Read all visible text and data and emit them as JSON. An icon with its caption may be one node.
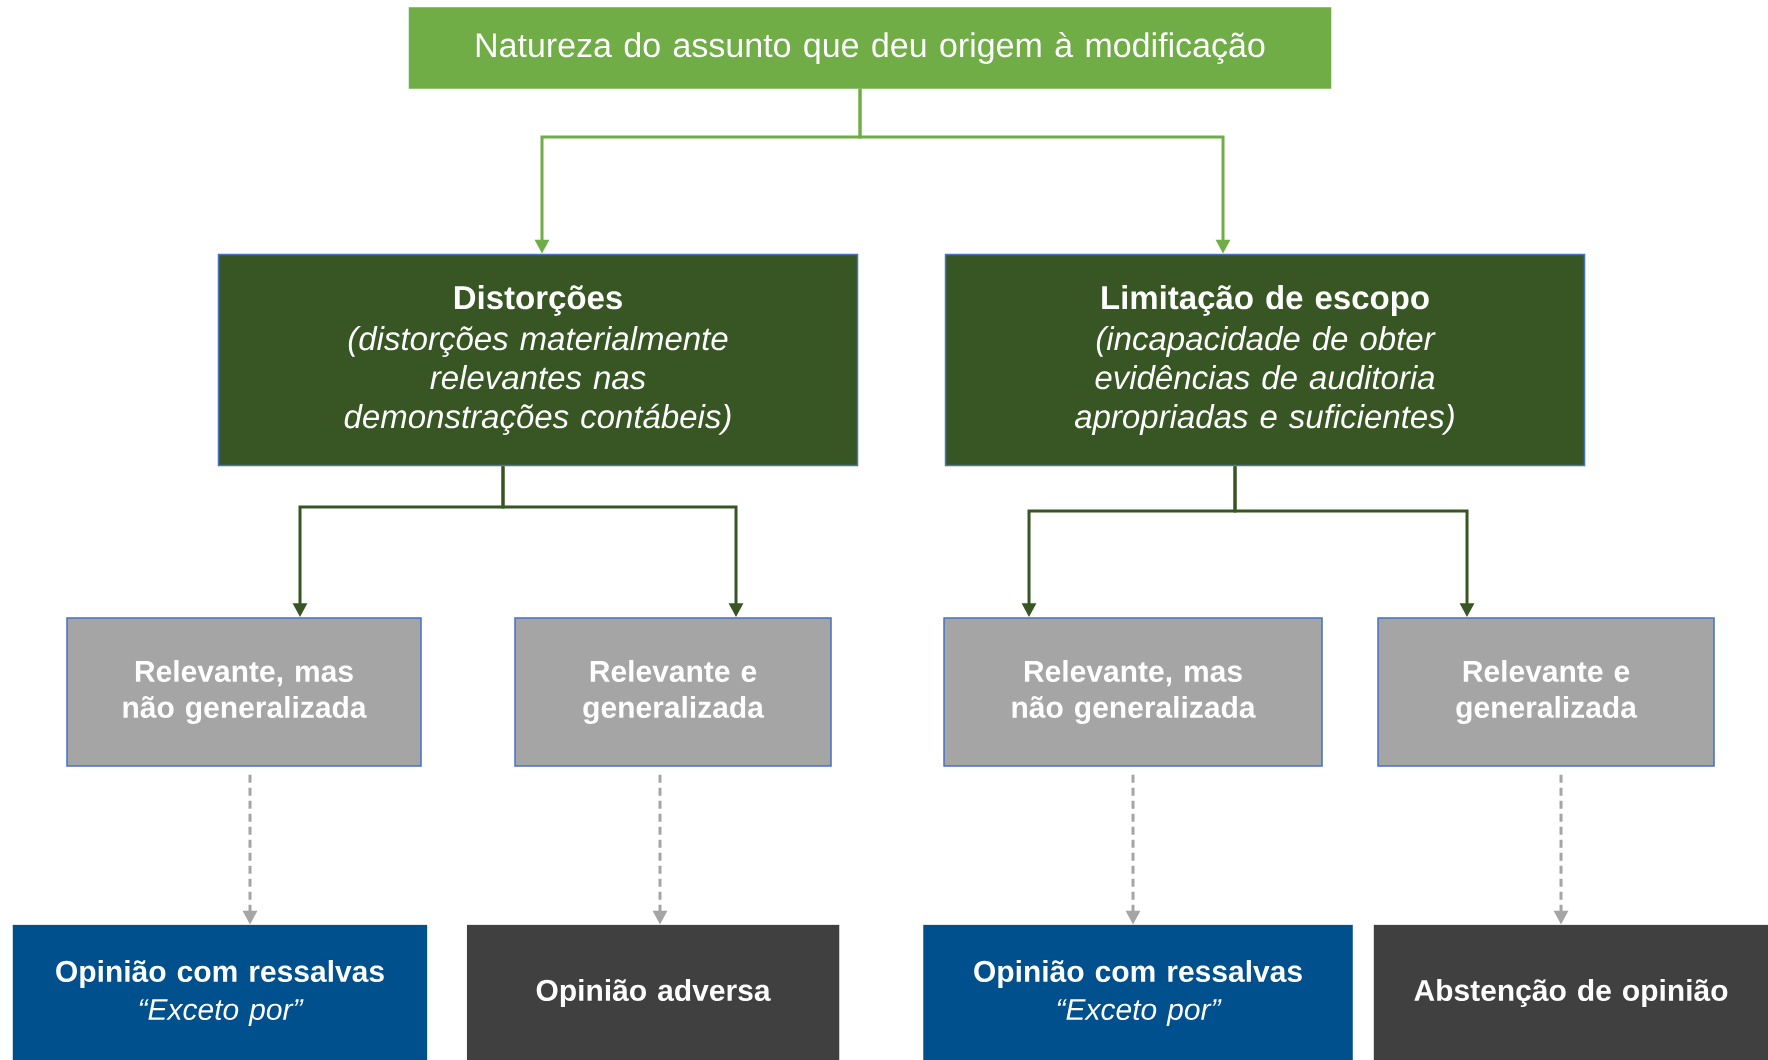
{
  "diagram": {
    "nodes": [
      {
        "text": [
          "Natureza do assunto que deu origem à modificação"
        ]
      },
      {
        "text": [
          "Distorções",
          "(distorções materialmente relevantes nas demonstrações contábeis)"
        ]
      },
      {
        "text": [
          "Limitação de escopo",
          "(incapacidade de obter evidências de auditoria apropriadas e suficientes)"
        ]
      },
      {
        "text": [
          "Relevante, mas não generalizada"
        ]
      },
      {
        "text": [
          "Relevante e generalizada"
        ]
      },
      {
        "text": [
          "Relevante, mas não generalizada"
        ]
      },
      {
        "text": [
          "Relevante e generalizada"
        ]
      },
      {
        "text": [
          "Opinião com ressalvas",
          "“Exceto por”"
        ]
      },
      {
        "text": [
          "Opinião adversa"
        ]
      },
      {
        "text": [
          "Opinião com ressalvas",
          "“Exceto por”"
        ]
      },
      {
        "text": [
          "Abstenção de opinião"
        ]
      }
    ],
    "edges": [
      {
        "from": 0,
        "to": 1,
        "arrow": "to",
        "color": "#70ad47"
      },
      {
        "from": 0,
        "to": 2,
        "arrow": "to",
        "color": "#70ad47"
      },
      {
        "from": 1,
        "to": 3,
        "arrow": "to",
        "color": "#375623"
      },
      {
        "from": 1,
        "to": 4,
        "arrow": "to",
        "color": "#375623"
      },
      {
        "from": 2,
        "to": 5,
        "arrow": "to",
        "color": "#375623"
      },
      {
        "from": 2,
        "to": 6,
        "arrow": "to",
        "color": "#375623"
      },
      {
        "from": 3,
        "to": 7,
        "arrow": "to",
        "style": "dashed",
        "color": "#a5a5a5"
      },
      {
        "from": 4,
        "to": 8,
        "arrow": "to",
        "style": "dashed",
        "color": "#a5a5a5"
      },
      {
        "from": 5,
        "to": 9,
        "arrow": "to",
        "style": "dashed",
        "color": "#a5a5a5"
      },
      {
        "from": 6,
        "to": 10,
        "arrow": "to",
        "style": "dashed",
        "color": "#a5a5a5"
      }
    ]
  }
}
